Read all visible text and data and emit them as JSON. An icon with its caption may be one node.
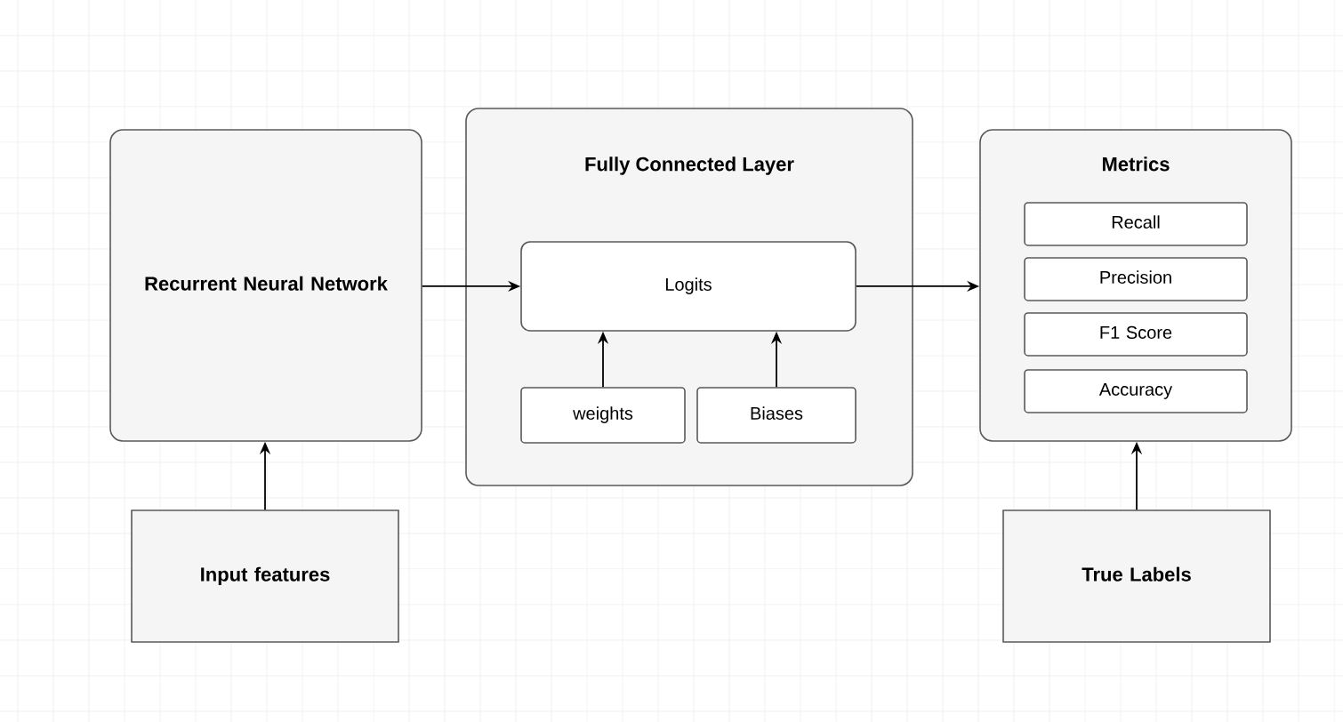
{
  "diagram": {
    "nodes": [
      {
        "text": [
          "Recurrent Neural Network"
        ]
      },
      {
        "text": [
          "Input features"
        ]
      },
      {
        "text": [
          "Fully Connected Layer"
        ]
      },
      {
        "text": [
          "Logits"
        ],
        "in": 2
      },
      {
        "text": [
          "weights"
        ],
        "in": 2
      },
      {
        "text": [
          "Biases"
        ],
        "in": 2
      },
      {
        "text": [
          "Metrics"
        ]
      },
      {
        "text": [
          "Recall"
        ],
        "in": 6
      },
      {
        "text": [
          "Precision"
        ],
        "in": 6
      },
      {
        "text": [
          "F1 Score"
        ],
        "in": 6
      },
      {
        "text": [
          "Accuracy"
        ],
        "in": 6
      },
      {
        "text": [
          "True Labels"
        ]
      }
    ],
    "edges": [
      {
        "from": 1,
        "to": 0,
        "arrow": "to"
      },
      {
        "from": 0,
        "to": 3,
        "arrow": "to"
      },
      {
        "from": 4,
        "to": 3,
        "arrow": "to"
      },
      {
        "from": 5,
        "to": 3,
        "arrow": "to"
      },
      {
        "from": 3,
        "to": 6,
        "arrow": "to"
      },
      {
        "from": 11,
        "to": 6,
        "arrow": "to"
      }
    ]
  }
}
